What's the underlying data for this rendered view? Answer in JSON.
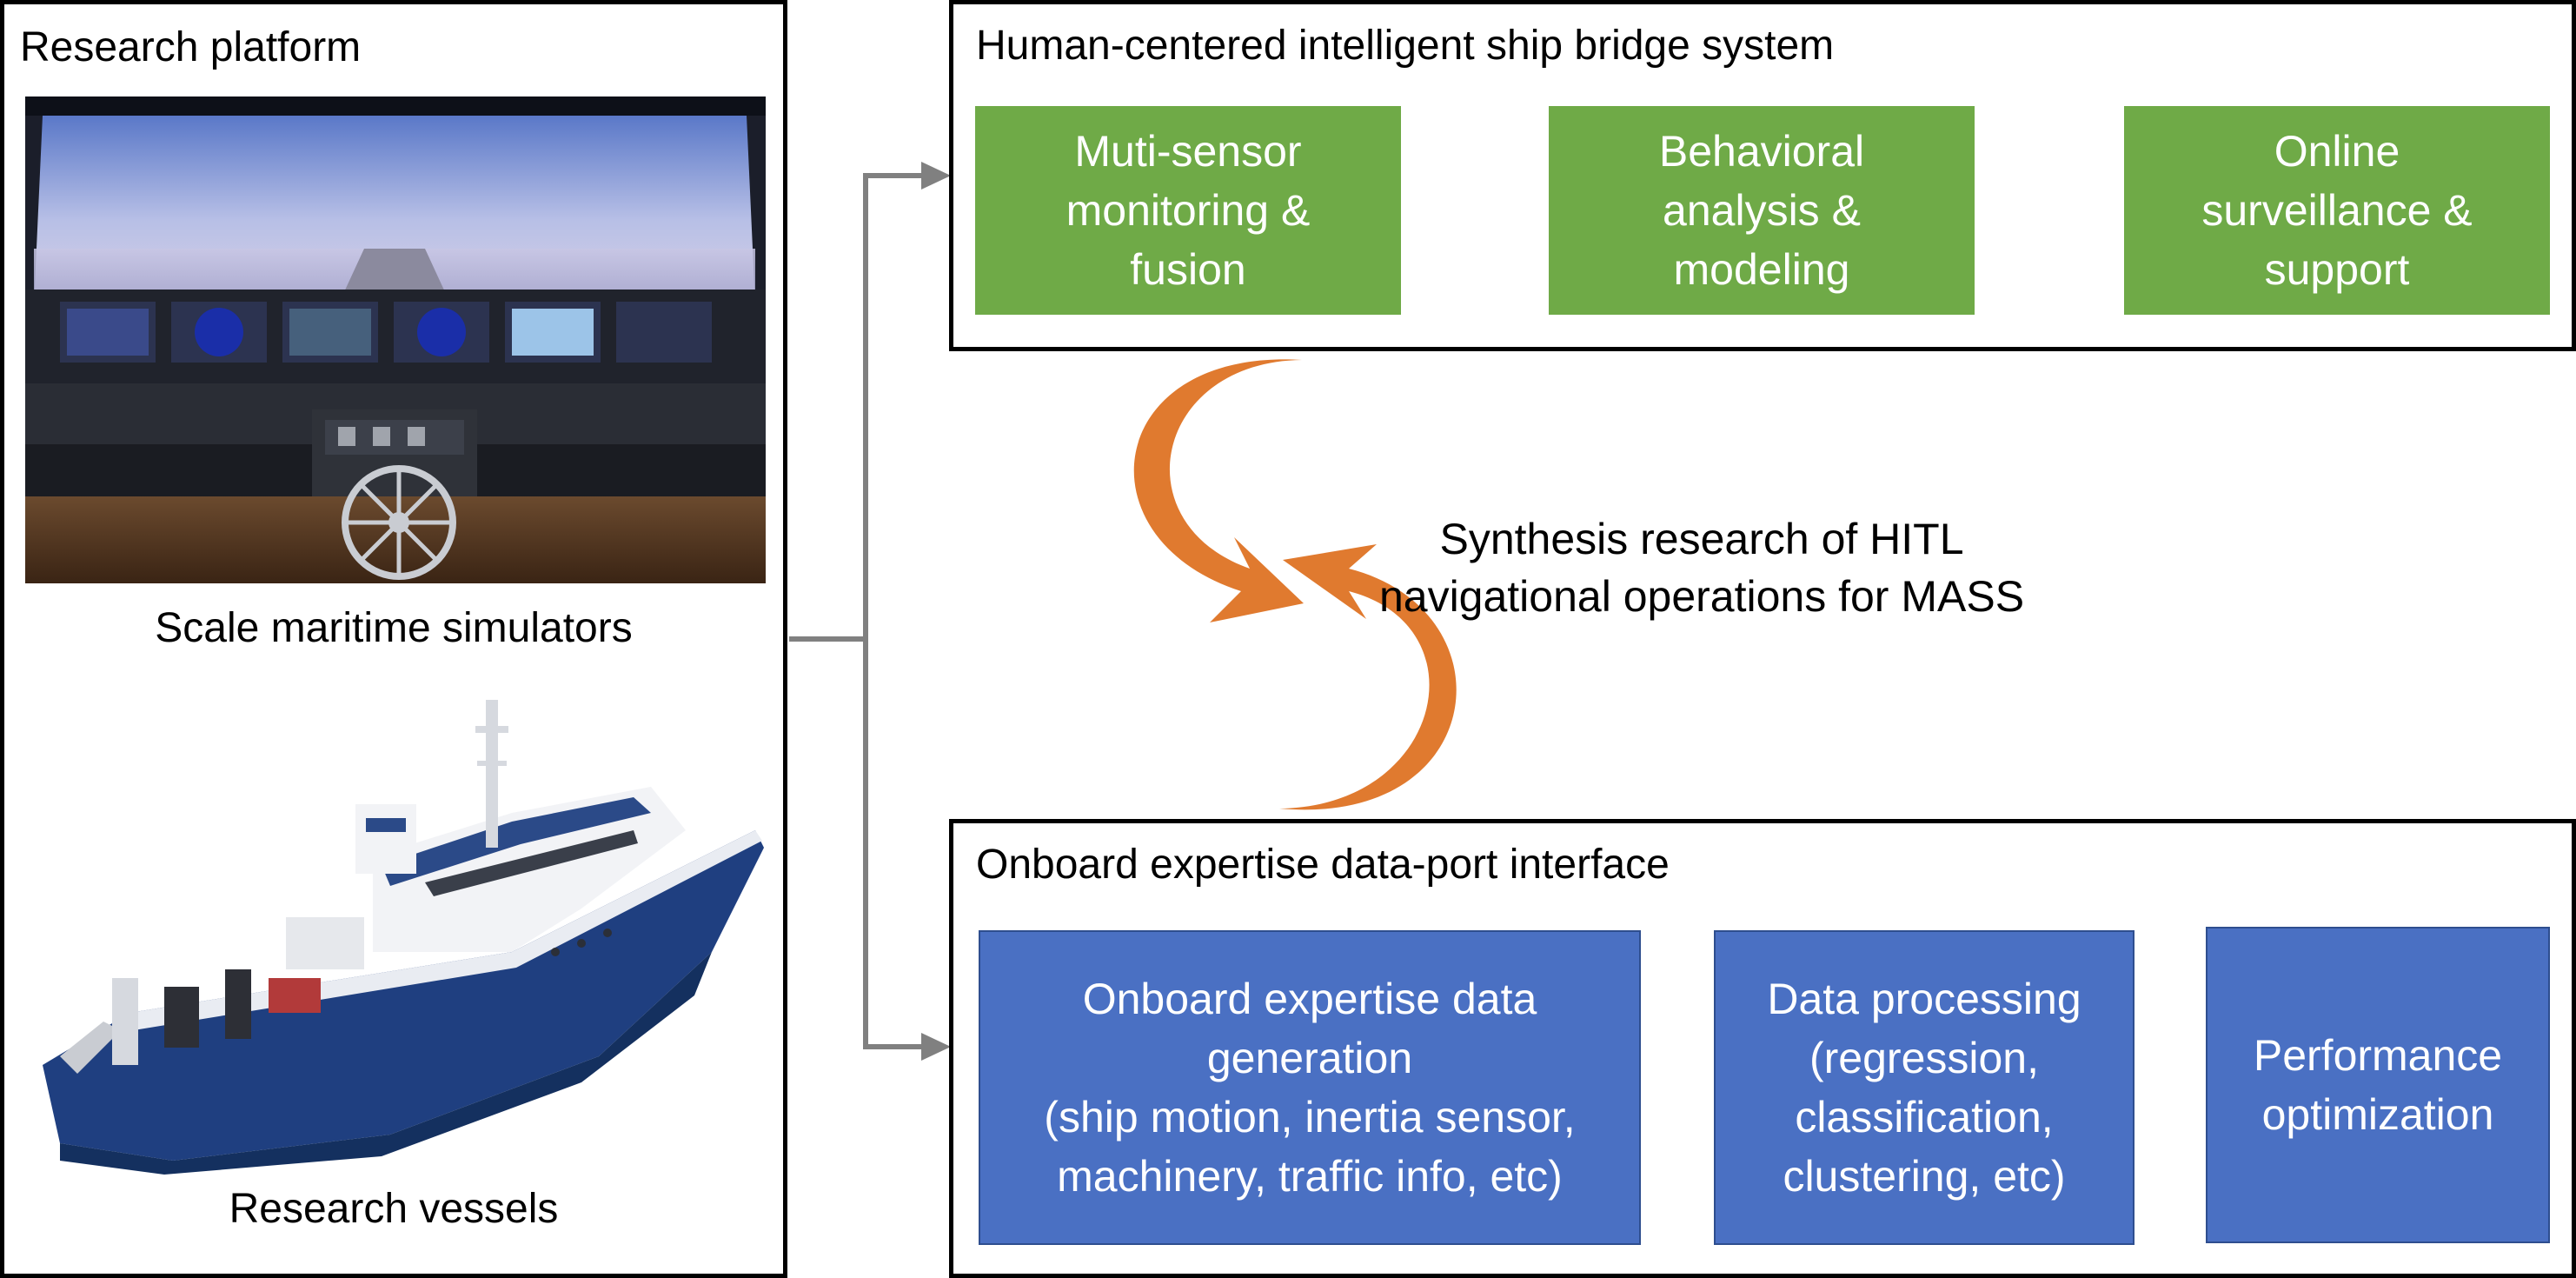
{
  "left_panel": {
    "title": "Research platform",
    "simulator_caption": "Scale maritime simulators",
    "vessel_caption": "Research vessels"
  },
  "top_panel": {
    "title": "Human-centered intelligent ship bridge system",
    "nodes": [
      {
        "lines": [
          "Muti-sensor",
          "monitoring &",
          "fusion"
        ]
      },
      {
        "lines": [
          "Behavioral",
          "analysis &",
          "modeling"
        ]
      },
      {
        "lines": [
          "Online",
          "surveillance &",
          "support"
        ]
      }
    ]
  },
  "center": {
    "lines": [
      "Synthesis research of HITL",
      "navigational operations for MASS"
    ]
  },
  "bottom_panel": {
    "title": "Onboard expertise data-port interface",
    "nodes": [
      {
        "lines": [
          "Onboard expertise data",
          "generation",
          "(ship motion, inertia sensor,",
          "machinery, traffic info, etc)"
        ]
      },
      {
        "lines": [
          "Data processing",
          "(regression,",
          "classification,",
          "clustering, etc)"
        ]
      },
      {
        "lines": [
          "Performance",
          "optimization"
        ]
      }
    ]
  },
  "colors": {
    "green_node": "#6faa47",
    "blue_node": "#4a70c3",
    "cycle_arrow": "#e07a2f",
    "connector": "#808080"
  }
}
